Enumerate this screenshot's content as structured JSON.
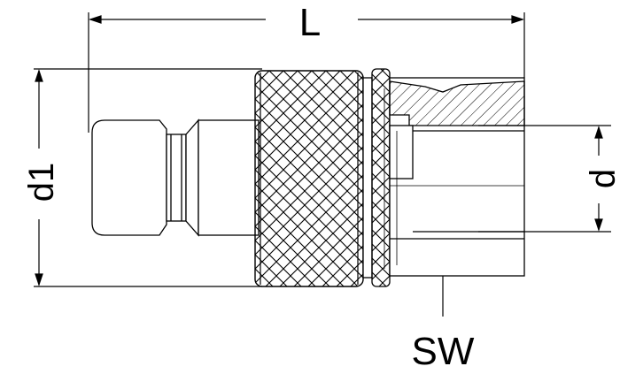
{
  "dimensions": {
    "length_label": "L",
    "outer_diameter_label": "d1",
    "inner_diameter_label": "d",
    "wrench_size_label": "SW"
  }
}
